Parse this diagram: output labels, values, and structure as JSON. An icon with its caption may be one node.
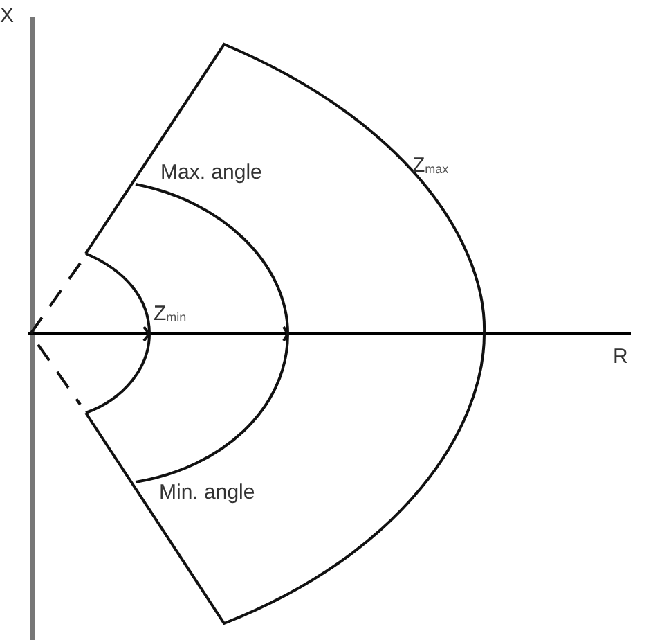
{
  "diagram": {
    "labels": [
      "X",
      "Max. angle",
      "Z$_{min}$",
      "Z$_{max}$",
      "Min. angle",
      "R"
    ]
  }
}
